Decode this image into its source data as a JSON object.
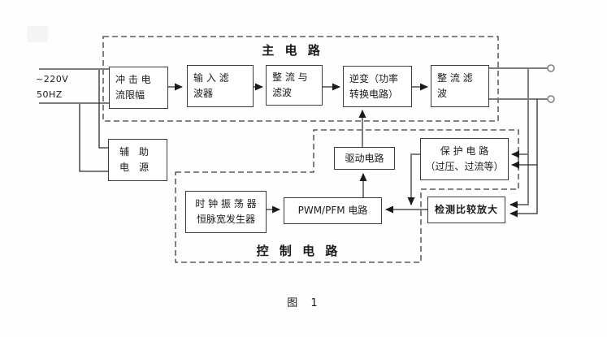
{
  "caption": "图 1",
  "colors": {
    "wire_gray": "#7d7d7d",
    "line_black": "#2b2b2b",
    "box_border": "#3c3c3c"
  },
  "source": {
    "voltage": "~220V",
    "frequency": "50HZ"
  },
  "main": {
    "title": "主 电 路",
    "blocks": [
      {
        "name": "inrush-current-limiter",
        "l1": "冲 击 电",
        "l2": "流限幅"
      },
      {
        "name": "input-filter",
        "l1": "输 入 滤",
        "l2": "波器"
      },
      {
        "name": "rectifier-and-filter",
        "l1": "整 流 与",
        "l2": "滤波"
      },
      {
        "name": "inverter-power-converter",
        "l1": "逆变（功率",
        "l2": "转换电路）"
      },
      {
        "name": "output-rectifier-filter",
        "l1": "整 流 滤",
        "l2": "波"
      }
    ]
  },
  "aux": {
    "l1": "辅　助",
    "l2": "电　源"
  },
  "control": {
    "title": "控 制 电 路",
    "drive": "驱动电路",
    "clock": {
      "l1": "时 钟 振 荡 器",
      "l2": "恒脉宽发生器"
    },
    "pwm": "PWM/PFM 电路",
    "protect": {
      "l1": "保 护 电 路",
      "l2": "（过压、过流等）"
    },
    "detect": "检测比较放大"
  }
}
